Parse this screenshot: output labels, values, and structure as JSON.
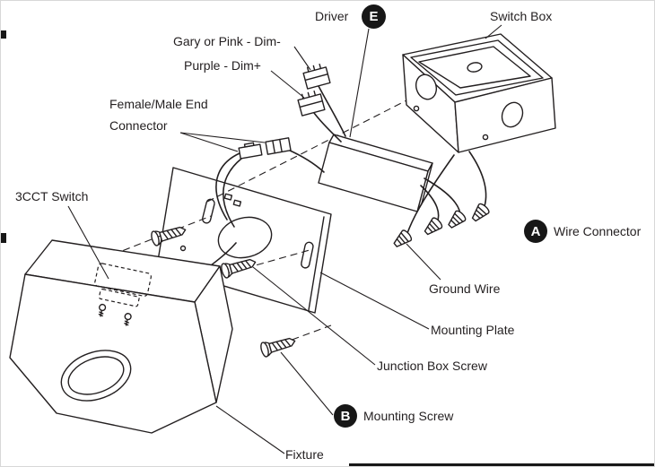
{
  "diagram": {
    "colors": {
      "line": "#231f20",
      "background": "#ffffff",
      "badge_bg": "#171717",
      "badge_text": "#ffffff"
    },
    "labels": {
      "driver": "Driver",
      "switch_box": "Switch Box",
      "dim_wire_1": "Gary or Pink - Dim-",
      "dim_wire_2": "Purple - Dim+",
      "end_connector_line1": "Female/Male End",
      "end_connector_line2": "Connector",
      "cct_switch": "3CCT Switch",
      "wire_connector": "Wire Connector",
      "ground_wire": "Ground Wire",
      "mounting_plate": "Mounting Plate",
      "junction_box_screw": "Junction Box Screw",
      "mounting_screw": "Mounting Screw",
      "fixture": "Fixture"
    },
    "badges": {
      "driver": "E",
      "wire_connector": "A",
      "mounting_screw": "B"
    }
  }
}
